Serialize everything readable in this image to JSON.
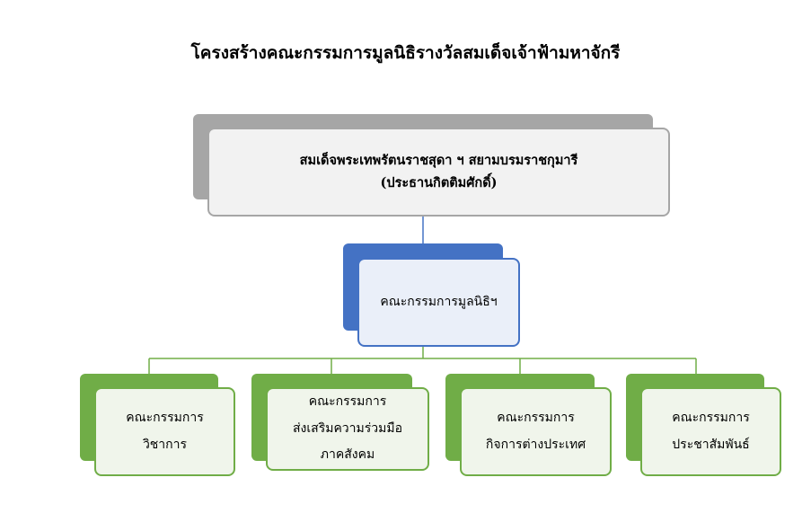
{
  "title": "โครงสร้างคณะกรรมการมูลนิธิรางวัลสมเด็จเจ้าฟ้ามหาจักรี",
  "colors": {
    "root_shadow": "#a6a6a6",
    "root_fill": "#f2f2f2",
    "mid_shadow": "#4472c4",
    "mid_fill": "#eaeff9",
    "leaf_shadow": "#70ad47",
    "leaf_fill": "#f0f5eb"
  },
  "root": {
    "label": "สมเด็จพระเทพรัตนราชสุดา ฯ สยามบรมราชกุมารี\n(ประธานกิตติมศักดิ์)"
  },
  "middle": {
    "label": "คณะกรรมการมูลนิธิฯ"
  },
  "committees": [
    {
      "label": "คณะกรรมการ\nวิชาการ"
    },
    {
      "label": "คณะกรรมการ\nส่งเสริมความร่วมมือ\nภาคสังคม"
    },
    {
      "label": "คณะกรรมการ\nกิจการต่างประเทศ"
    },
    {
      "label": "คณะกรรมการ\nประชาสัมพันธ์"
    }
  ]
}
